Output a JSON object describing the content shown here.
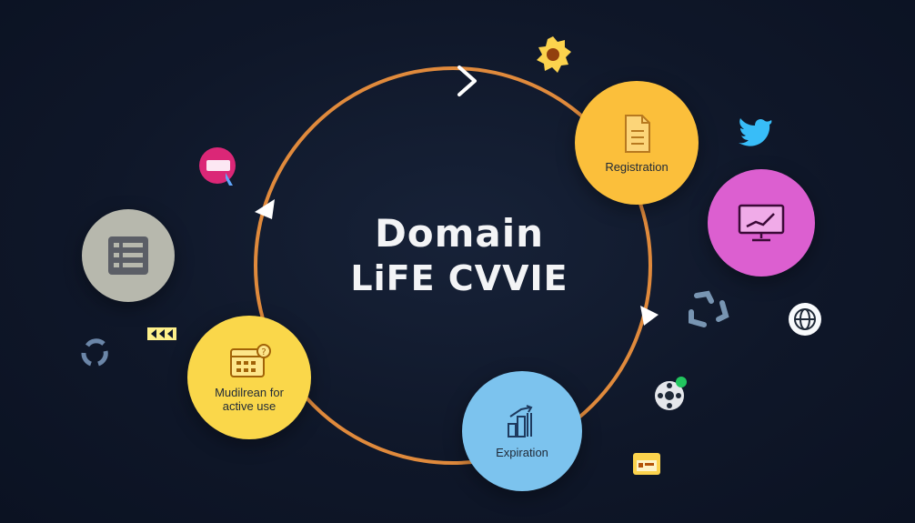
{
  "title": {
    "line1": "Domain",
    "line2": "LiFE CVVIE"
  },
  "stages": [
    {
      "label": "Registration",
      "color": "#fbbf3b",
      "icon": "document-icon"
    },
    {
      "label": "Expiration",
      "color": "#7cc3ee",
      "icon": "chart-bars-icon"
    },
    {
      "label": "Mudilrean for active use",
      "color": "#fad74a",
      "icon": "calendar-icon"
    }
  ],
  "decorative_circles": [
    {
      "color": "#dc5fd0",
      "icon": "monitor-chart-icon"
    },
    {
      "color": "#b7b8ad",
      "icon": "list-panel-icon"
    }
  ],
  "colors": {
    "background": "#0f1729",
    "cycle_ring": "#e08a3c",
    "arrows": "#ffffff"
  },
  "small_icons": [
    "gear-badge-icon",
    "twitter-bird-icon",
    "recycle-icon",
    "globe-icon",
    "network-badge-icon",
    "calendar-small-icon",
    "thumbs-up-cursor-icon",
    "rewind-arrows-icon",
    "refresh-icon"
  ]
}
